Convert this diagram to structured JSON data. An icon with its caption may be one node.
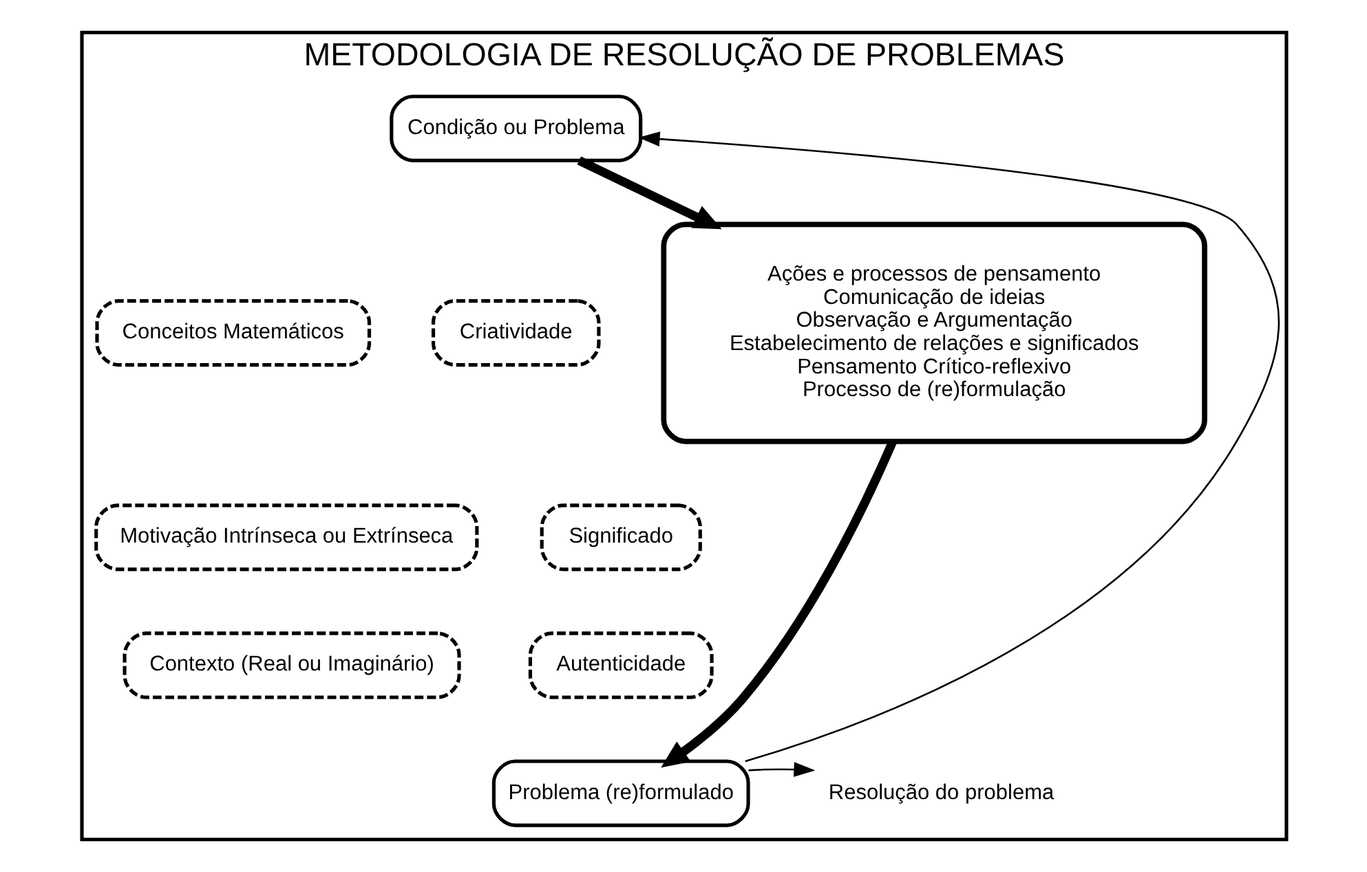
{
  "diagram": {
    "nodes": [
      {
        "text": [
          "METODOLOGIA DE RESOLUÇÃO DE PROBLEMAS"
        ]
      },
      {
        "text": [
          "Condição ou Problema"
        ],
        "in": 0
      },
      {
        "text": [
          "Conceitos Matemáticos"
        ],
        "in": 0
      },
      {
        "text": [
          "Criatividade"
        ],
        "in": 0
      },
      {
        "text": [
          "Ações e processos de pensamento",
          "Comunicação de ideias",
          "Observação e Argumentação",
          "Estabelecimento de relações e significados",
          "Pensamento Crítico-reflexivo",
          "Processo de (re)formulação"
        ],
        "in": 0
      },
      {
        "text": [
          "Motivação Intrínseca ou Extrínseca"
        ],
        "in": 0
      },
      {
        "text": [
          "Significado"
        ],
        "in": 0
      },
      {
        "text": [
          "Contexto (Real ou Imaginário)"
        ],
        "in": 0
      },
      {
        "text": [
          "Autenticidade"
        ],
        "in": 0
      },
      {
        "text": [
          "Problema (re)formulado"
        ],
        "in": 0
      },
      {
        "text": [
          "Resolução do problema"
        ],
        "in": 0
      }
    ],
    "edges": [
      {
        "from": 1,
        "to": 4,
        "arrow": "to",
        "style": "thick"
      },
      {
        "from": 4,
        "to": 9,
        "arrow": "to",
        "style": "thick"
      },
      {
        "from": 9,
        "to": 10,
        "arrow": "to"
      },
      {
        "from": 9,
        "to": 1,
        "arrow": "to"
      }
    ]
  }
}
